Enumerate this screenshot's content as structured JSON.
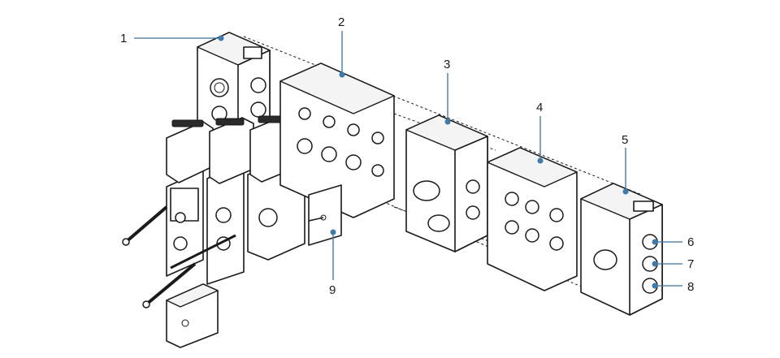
{
  "callouts": [
    {
      "id": "1",
      "label": "1"
    },
    {
      "id": "2",
      "label": "2"
    },
    {
      "id": "3",
      "label": "3"
    },
    {
      "id": "4",
      "label": "4"
    },
    {
      "id": "5",
      "label": "5"
    },
    {
      "id": "6",
      "label": "6"
    },
    {
      "id": "7",
      "label": "7"
    },
    {
      "id": "8",
      "label": "8"
    },
    {
      "id": "9",
      "label": "9"
    }
  ],
  "colors": {
    "leader": "#3f6f98",
    "dot": "#3f7aa8",
    "line": "#1a1a1a"
  }
}
